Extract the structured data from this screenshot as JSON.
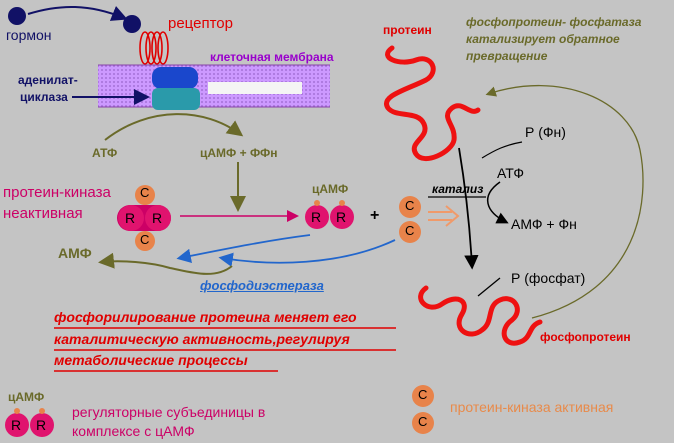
{
  "colors": {
    "background": "#c4c4c4",
    "red": "#e00000",
    "olive": "#6a6a2a",
    "navy": "#111166",
    "magenta": "#cc0066",
    "orange": "#e88a4a",
    "blue": "#2266cc",
    "membrane": "#cc99ff"
  },
  "labels": {
    "hormone": "гормон",
    "receptor": "рецептор",
    "membrane": "клеточная мембрана",
    "adenylate_1": "аденилат-",
    "adenylate_2": "циклаза",
    "atp_left": "АТФ",
    "camp_ffn": "цАМФ + ФФн",
    "pk_inactive_1": "протеин-киназа",
    "pk_inactive_2": "неактивная",
    "camp_small_mid": "цАМФ",
    "plus": "+",
    "amp_left": "АМФ",
    "phosphodiesterase": "фосфодиэстераза",
    "protein": "протеин",
    "phosphatase_1": "фосфопротеин- фосфатаза",
    "phosphatase_2": "катализирует обратное",
    "phosphatase_3": "превращение",
    "p_fn": "Р (Фн)",
    "atp_right": "АТФ",
    "catalysis": "катализ",
    "amp_fn": "АМФ + Фн",
    "p_phosphate": "Р (фосфат)",
    "phosphoprotein": "фосфопротеин",
    "conclusion_1": "фосфорилирование протеина меняет его",
    "conclusion_2": "каталитическую активность,регулируя",
    "conclusion_3": "метаболические процессы",
    "legend_camp": "цАМФ",
    "legend_reg_1": "регуляторные субъединицы в",
    "legend_reg_2": "комплексе с цАМФ",
    "legend_active": "протеин-киназа активная"
  },
  "subunits": {
    "R": "R",
    "C": "C"
  }
}
